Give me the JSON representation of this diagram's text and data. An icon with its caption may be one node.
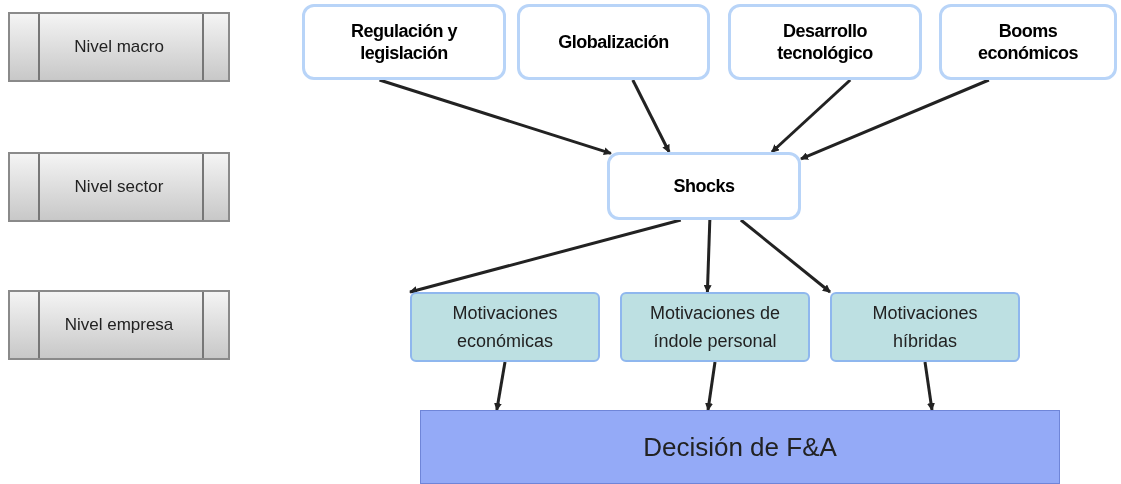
{
  "diagram": {
    "nodes": [
      {
        "text": [
          "Nivel macro"
        ]
      },
      {
        "text": [
          "Nivel sector"
        ]
      },
      {
        "text": [
          "Nivel empresa"
        ]
      },
      {
        "text": [
          "Regulación y legislación"
        ]
      },
      {
        "text": [
          "Globalización"
        ]
      },
      {
        "text": [
          "Desarrollo tecnológico"
        ]
      },
      {
        "text": [
          "Booms económicos"
        ]
      },
      {
        "text": [
          "Shocks"
        ]
      },
      {
        "text": [
          "Motivaciones económicas"
        ]
      },
      {
        "text": [
          "Motivaciones de índole personal"
        ]
      },
      {
        "text": [
          "Motivaciones híbridas"
        ]
      },
      {
        "text": [
          "Decisión de F&A"
        ]
      }
    ],
    "edges": [
      {
        "from": 3,
        "to": 7,
        "arrow": "to"
      },
      {
        "from": 4,
        "to": 7,
        "arrow": "to"
      },
      {
        "from": 5,
        "to": 7,
        "arrow": "to"
      },
      {
        "from": 6,
        "to": 7,
        "arrow": "to"
      },
      {
        "from": 7,
        "to": 8,
        "arrow": "to"
      },
      {
        "from": 7,
        "to": 9,
        "arrow": "to"
      },
      {
        "from": 7,
        "to": 10,
        "arrow": "to"
      },
      {
        "from": 8,
        "to": 11,
        "arrow": "to"
      },
      {
        "from": 9,
        "to": 11,
        "arrow": "to"
      },
      {
        "from": 10,
        "to": 11,
        "arrow": "to"
      }
    ]
  }
}
